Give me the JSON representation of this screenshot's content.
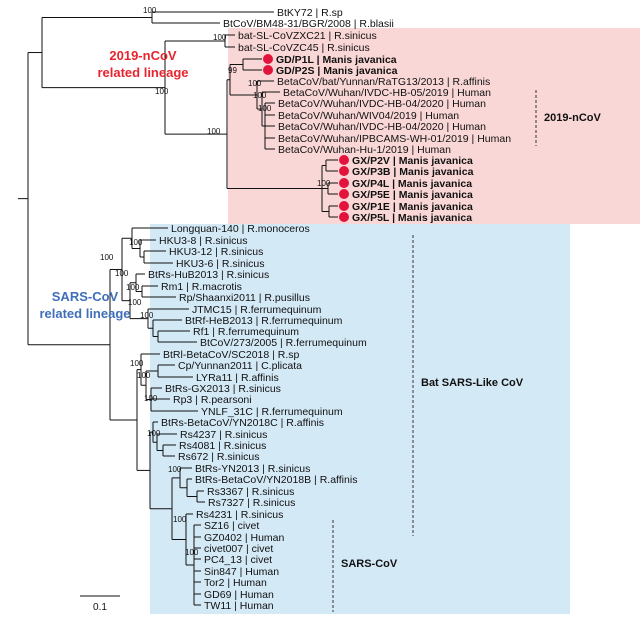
{
  "colors": {
    "ncov_region": "#f9d7d6",
    "sars_region": "#d4e9f6",
    "ncov_label": "#e8242e",
    "sars_label": "#3f6fb8",
    "pangolin_dot": "#e3143c",
    "branch": "#111111"
  },
  "lineages": {
    "ncov": [
      "2019-nCoV",
      "related lineage"
    ],
    "sars": [
      "SARS-CoV",
      "related lineage"
    ]
  },
  "clades": {
    "ncov": "2019-nCoV",
    "bat_sars_like": "Bat SARS-Like CoV",
    "sars": "SARS-CoV"
  },
  "scale_bar": {
    "value": "0.1"
  },
  "taxa": [
    {
      "id": "btky72",
      "label": "BtKY72 | R.sp",
      "bold": false,
      "dot": false
    },
    {
      "id": "bgr2008",
      "label": "BtCoV/BM48-31/BGR/2008 | R.blasii",
      "bold": false,
      "dot": false
    },
    {
      "id": "zxc21",
      "label": "bat-SL-CoVZXC21 | R.sinicus",
      "bold": false,
      "dot": false
    },
    {
      "id": "zc45",
      "label": "bat-SL-CoVZC45 | R.sinicus",
      "bold": false,
      "dot": false
    },
    {
      "id": "gdp1l",
      "label": "GD/P1L | Manis javanica",
      "bold": true,
      "dot": true
    },
    {
      "id": "gdp2s",
      "label": "GD/P2S | Manis javanica",
      "bold": true,
      "dot": true
    },
    {
      "id": "ratg13",
      "label": "BetaCoV/bat/Yunnan/RaTG13/2013 | R.affinis",
      "bold": false,
      "dot": false
    },
    {
      "id": "hb05",
      "label": "BetaCoV/Wuhan/IVDC-HB-05/2019 | Human",
      "bold": false,
      "dot": false
    },
    {
      "id": "hb04_2020a",
      "label": "BetaCoV/Wuhan/IVDC-HB-04/2020 | Human",
      "bold": false,
      "dot": false
    },
    {
      "id": "wiv04",
      "label": "BetaCoV/Wuhan/WIV04/2019 | Human",
      "bold": false,
      "dot": false
    },
    {
      "id": "hb04_2020b",
      "label": "BetaCoV/Wuhan/IVDC-HB-04/2020 | Human",
      "bold": false,
      "dot": false
    },
    {
      "id": "ipbcams",
      "label": "BetaCoV/Wuhan/IPBCAMS-WH-01/2019 | Human",
      "bold": false,
      "dot": false
    },
    {
      "id": "hu1",
      "label": "BetaCoV/Wuhan-Hu-1/2019 | Human",
      "bold": false,
      "dot": false
    },
    {
      "id": "p2v",
      "label": "GX/P2V | Manis javanica",
      "bold": true,
      "dot": true
    },
    {
      "id": "p3b",
      "label": "GX/P3B | Manis javanica",
      "bold": true,
      "dot": true
    },
    {
      "id": "p4l",
      "label": "GX/P4L | Manis javanica",
      "bold": true,
      "dot": true
    },
    {
      "id": "p5e",
      "label": "GX/P5E | Manis javanica",
      "bold": true,
      "dot": true
    },
    {
      "id": "p1e",
      "label": "GX/P1E | Manis javanica",
      "bold": true,
      "dot": true
    },
    {
      "id": "p5l",
      "label": "GX/P5L | Manis javanica",
      "bold": true,
      "dot": true
    },
    {
      "id": "longquan",
      "label": "Longquan-140 | R.monoceros",
      "bold": false,
      "dot": false
    },
    {
      "id": "hku38",
      "label": "HKU3-8 | R.sinicus",
      "bold": false,
      "dot": false
    },
    {
      "id": "hku312",
      "label": "HKU3-12 | R.sinicus",
      "bold": false,
      "dot": false
    },
    {
      "id": "hku36",
      "label": "HKU3-6 | R.sinicus",
      "bold": false,
      "dot": false
    },
    {
      "id": "hub2013",
      "label": "BtRs-HuB2013 | R.sinicus",
      "bold": false,
      "dot": false
    },
    {
      "id": "rm1",
      "label": "Rm1 | R.macrotis",
      "bold": false,
      "dot": false
    },
    {
      "id": "shaanxi",
      "label": "Rp/Shaanxi2011 | R.pusillus",
      "bold": false,
      "dot": false
    },
    {
      "id": "jtmc15",
      "label": "JTMC15 | R.ferrumequinum",
      "bold": false,
      "dot": false
    },
    {
      "id": "heb2013",
      "label": "BtRf-HeB2013 | R.ferrumequinum",
      "bold": false,
      "dot": false
    },
    {
      "id": "rf1",
      "label": "Rf1 | R.ferrumequinum",
      "bold": false,
      "dot": false
    },
    {
      "id": "bt273",
      "label": "BtCoV/273/2005 | R.ferrumequinum",
      "bold": false,
      "dot": false
    },
    {
      "id": "sc2018",
      "label": "BtRl-BetaCoV/SC2018 | R.sp",
      "bold": false,
      "dot": false
    },
    {
      "id": "cpyunnan",
      "label": "Cp/Yunnan2011 | C.plicata",
      "bold": false,
      "dot": false
    },
    {
      "id": "lyra11",
      "label": "LYRa11 | R.affinis",
      "bold": false,
      "dot": false
    },
    {
      "id": "gx2013",
      "label": "BtRs-GX2013 | R.sinicus",
      "bold": false,
      "dot": false
    },
    {
      "id": "rp3",
      "label": "Rp3 | R.pearsoni",
      "bold": false,
      "dot": false
    },
    {
      "id": "ynlf",
      "label": "YNLF_31C | R.ferrumequinum",
      "bold": false,
      "dot": false
    },
    {
      "id": "yn2018c",
      "label": "BtRs-BetaCoV/YN2018C | R.affinis",
      "bold": false,
      "dot": false
    },
    {
      "id": "rs4237",
      "label": "Rs4237 | R.sinicus",
      "bold": false,
      "dot": false
    },
    {
      "id": "rs4081",
      "label": "Rs4081 | R.sinicus",
      "bold": false,
      "dot": false
    },
    {
      "id": "rs672",
      "label": "Rs672 | R.sinicus",
      "bold": false,
      "dot": false
    },
    {
      "id": "yn2013",
      "label": "BtRs-YN2013 | R.sinicus",
      "bold": false,
      "dot": false
    },
    {
      "id": "yn2018b",
      "label": "BtRs-BetaCoV/YN2018B | R.affinis",
      "bold": false,
      "dot": false
    },
    {
      "id": "rs3367",
      "label": "Rs3367 | R.sinicus",
      "bold": false,
      "dot": false
    },
    {
      "id": "rs7327",
      "label": "Rs7327 | R.sinicus",
      "bold": false,
      "dot": false
    },
    {
      "id": "rs4231",
      "label": "Rs4231 | R.sinicus",
      "bold": false,
      "dot": false
    },
    {
      "id": "sz16",
      "label": "SZ16 | civet",
      "bold": false,
      "dot": false
    },
    {
      "id": "gz0402",
      "label": "GZ0402 | Human",
      "bold": false,
      "dot": false
    },
    {
      "id": "civet007",
      "label": "civet007 | civet",
      "bold": false,
      "dot": false
    },
    {
      "id": "pc413",
      "label": "PC4_13 | civet",
      "bold": false,
      "dot": false
    },
    {
      "id": "sin847",
      "label": "Sin847 | Human",
      "bold": false,
      "dot": false
    },
    {
      "id": "tor2",
      "label": "Tor2 | Human",
      "bold": false,
      "dot": false
    },
    {
      "id": "gd69",
      "label": "GD69 | Human",
      "bold": false,
      "dot": false
    },
    {
      "id": "tw11",
      "label": "TW11 | Human",
      "bold": false,
      "dot": false
    }
  ],
  "bootstrap": [
    {
      "id": "bs-root-a",
      "value": "100"
    },
    {
      "id": "bs-ncov-root",
      "value": "100"
    },
    {
      "id": "bs-zxc",
      "value": "100"
    },
    {
      "id": "bs-gd",
      "value": "99"
    },
    {
      "id": "bs-gd-ratg",
      "value": "100"
    },
    {
      "id": "bs-ratg-human",
      "value": "100"
    },
    {
      "id": "bs-human",
      "value": "100"
    },
    {
      "id": "bs-ncov-gx",
      "value": "100"
    },
    {
      "id": "bs-gx",
      "value": "100"
    },
    {
      "id": "bs-sars-a",
      "value": "100"
    },
    {
      "id": "bs-sars-b",
      "value": "100"
    },
    {
      "id": "bs-hku3",
      "value": "100"
    },
    {
      "id": "bs-hub",
      "value": "100"
    },
    {
      "id": "bs-rp",
      "value": "100"
    },
    {
      "id": "bs-rf",
      "value": "100"
    },
    {
      "id": "bs-sc2018",
      "value": "100"
    },
    {
      "id": "bs-cp",
      "value": "100"
    },
    {
      "id": "bs-rp3",
      "value": "100"
    },
    {
      "id": "bs-yn2018c",
      "value": "100"
    },
    {
      "id": "bs-yn2013",
      "value": "100"
    },
    {
      "id": "bs-rs4231",
      "value": "100"
    },
    {
      "id": "bs-sars-clade",
      "value": "100"
    }
  ]
}
